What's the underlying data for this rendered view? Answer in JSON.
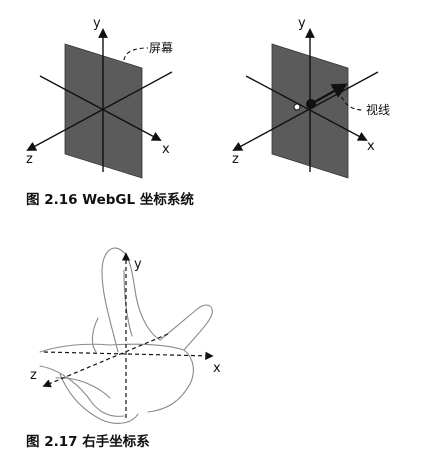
{
  "figure_216": {
    "caption": "图 2.16 WebGL 坐标系统",
    "left": {
      "axis_y": "y",
      "axis_x": "x",
      "axis_z": "z",
      "screen_label": "屏幕"
    },
    "right": {
      "axis_y": "y",
      "axis_x": "x",
      "axis_z": "z",
      "view_label": "视线"
    }
  },
  "figure_217": {
    "caption": "图 2.17 右手坐标系",
    "axis_y": "y",
    "axis_x": "x",
    "axis_z": "z"
  },
  "colors": {
    "screen_fill": "#5b5b5b",
    "axis": "#111111",
    "hand_outline": "#8a8a8a"
  }
}
